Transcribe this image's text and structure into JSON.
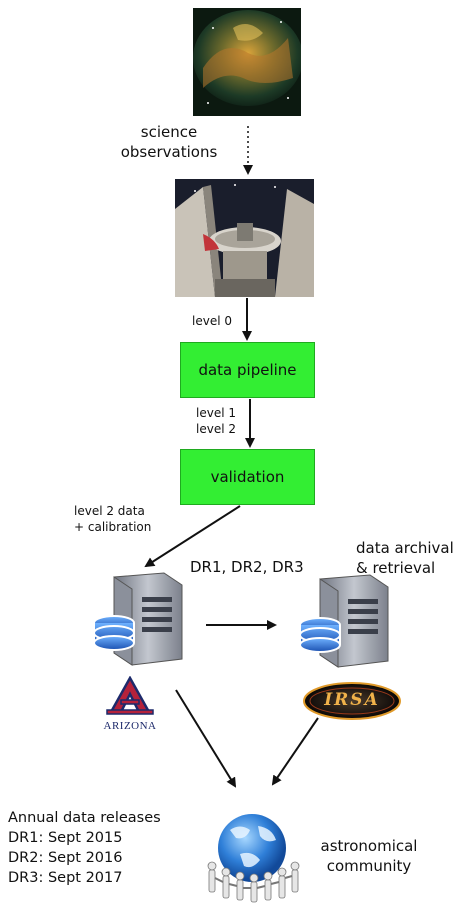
{
  "labels": {
    "science_observations": [
      "science",
      "observations"
    ],
    "level0": "level 0",
    "level12": [
      "level 1",
      "level 2"
    ],
    "level2_cal": [
      "level 2 data",
      "+ calibration"
    ],
    "dr_list": "DR1, DR2, DR3",
    "archival": [
      "data archival",
      "& retrieval"
    ],
    "community": [
      "astronomical",
      "community"
    ]
  },
  "boxes": {
    "pipeline": "data pipeline",
    "validation": "validation"
  },
  "logos": {
    "arizona_text": "ARIZONA",
    "irsa_text": "IRSA"
  },
  "releases": {
    "heading": "Annual data releases",
    "items": [
      "DR1: Sept 2015",
      "DR2: Sept 2016",
      "DR3: Sept 2017"
    ]
  },
  "colors": {
    "box_green": "#33ee33",
    "arizona_red": "#b5223b",
    "arizona_blue": "#1d2a6b",
    "server_gray": "#8a8f9a",
    "db_blue": "#2a6fd6"
  }
}
